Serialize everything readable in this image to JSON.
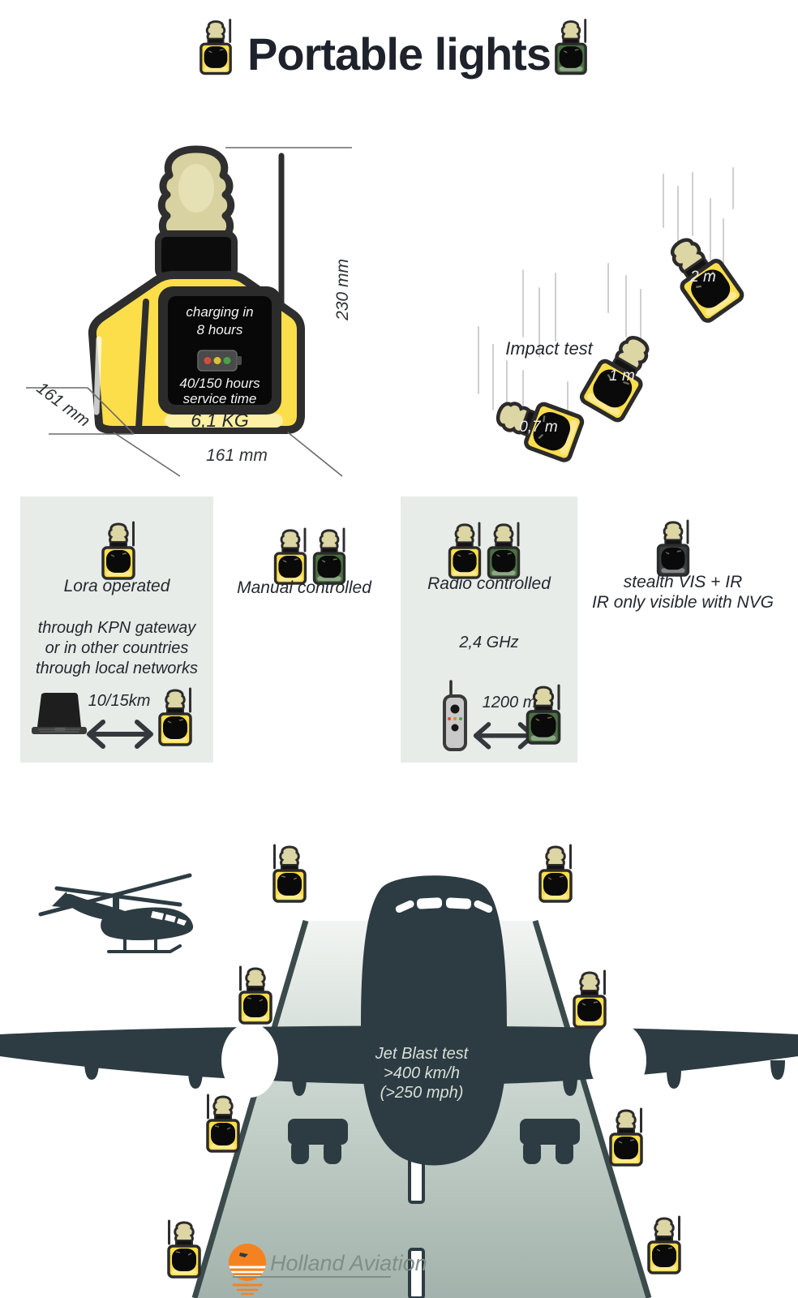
{
  "title": "Portable lights",
  "device": {
    "screen": [
      "charging in",
      "8 hours",
      "40/150 hours",
      "service time"
    ],
    "weight": "6,1 KG",
    "height_label": "230 mm",
    "depth_label": "161 mm",
    "width_label": "161 mm"
  },
  "impact_test": {
    "label": "Impact test",
    "drop_heights": [
      "2 m",
      "1 m",
      "0,7 m"
    ]
  },
  "lora": {
    "title": "Lora operated",
    "description": [
      "through KPN gateway",
      "or in other countries",
      "through local networks"
    ],
    "range": "10/15km"
  },
  "manual": {
    "title": "Manual controlled"
  },
  "radio": {
    "title": "Radio controlled",
    "frequency": "2,4 GHz",
    "range": "1200 m"
  },
  "stealth": {
    "line1": "stealth VIS + IR",
    "line2": "IR only visible with NVG"
  },
  "jet_blast": {
    "lines": [
      "Jet Blast test",
      ">400 km/h",
      "(>250 mph)"
    ]
  },
  "brand": {
    "name": "Holland Aviation"
  },
  "icons": {
    "portable_light_yellow": "portable-light-icon",
    "portable_light_green": "portable-light-green-icon",
    "portable_light_stealth": "stealth-light-icon",
    "laptop": "laptop-icon",
    "remote_control": "remote-control-icon",
    "helicopter": "helicopter-silhouette",
    "airplane": "airplane-silhouette",
    "battery": "battery-indicator-icon",
    "sun_logo": "sun-logo-icon"
  },
  "colors": {
    "light_yellow": "#FCDE4B",
    "light_green": "#4A7140",
    "stealth_gray": "#3A3F41",
    "dome_cream": "#DCD5A4",
    "outline": "#2B2B2B",
    "panel_bg": "#E7ECE8",
    "ink": "#20252E",
    "runway_gray": "#A8B6B0",
    "silhouette": "#2D3C42",
    "brand_orange": "#F58220",
    "led_red": "#D64C3C",
    "led_yellow": "#D9C133",
    "led_green": "#47A345"
  }
}
